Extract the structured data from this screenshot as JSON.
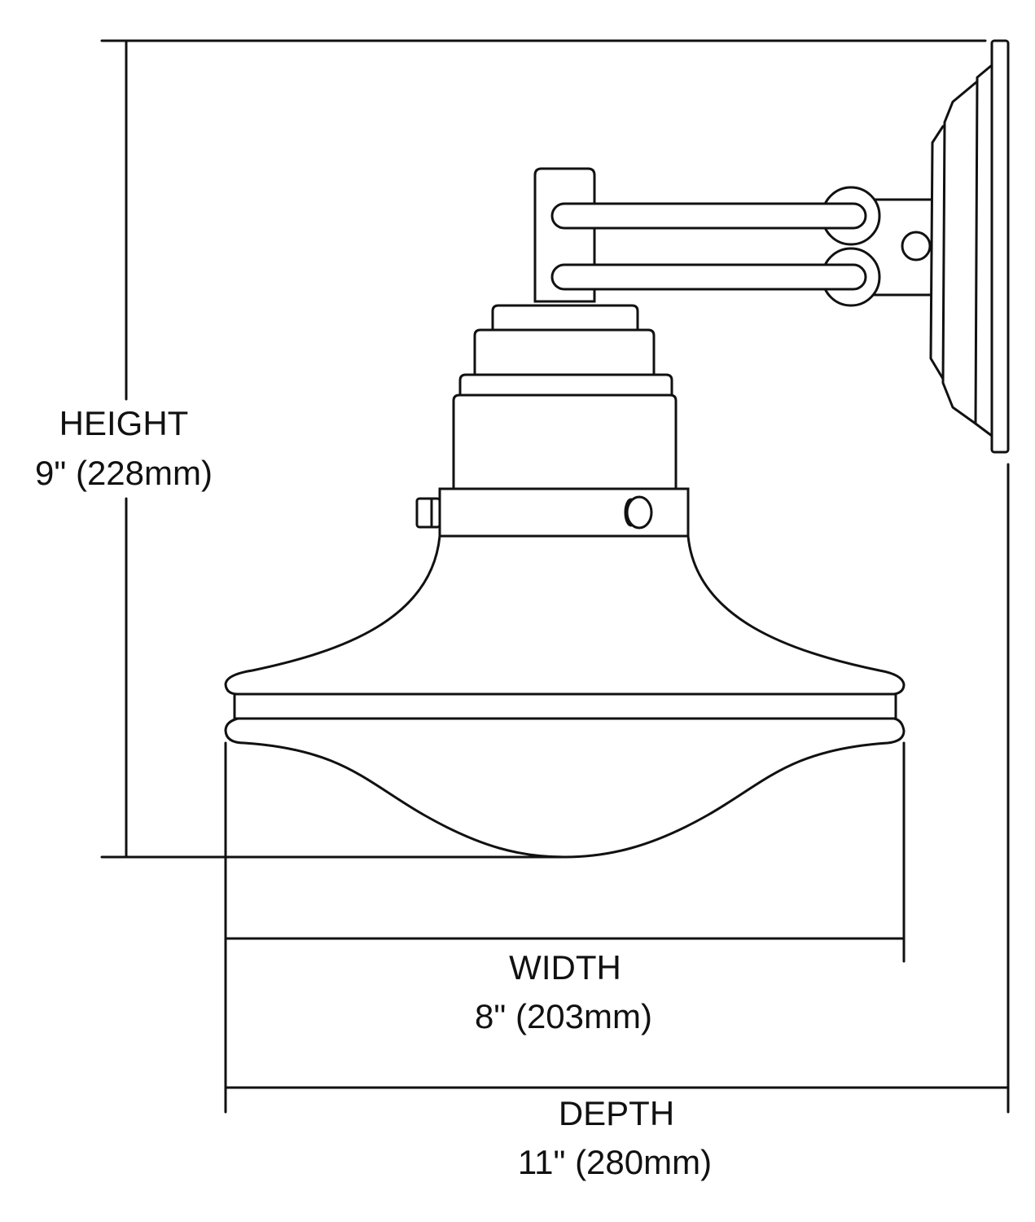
{
  "dimensions": {
    "height": {
      "label": "HEIGHT",
      "value": "9\" (228mm)"
    },
    "width": {
      "label": "WIDTH",
      "value": "8\" (203mm)"
    },
    "depth": {
      "label": "DEPTH",
      "value": "11\" (280mm)"
    }
  },
  "colors": {
    "line": "#111111",
    "background": "#ffffff"
  }
}
